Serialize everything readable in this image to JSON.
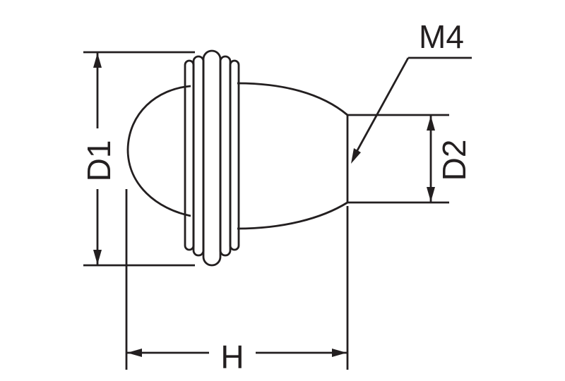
{
  "drawing": {
    "subject": "knob",
    "dimensions": {
      "d1": "D1",
      "d2": "D2",
      "h": "H",
      "thread": "M4"
    }
  },
  "colors": {
    "line": "#231f20",
    "background": "#ffffff"
  }
}
